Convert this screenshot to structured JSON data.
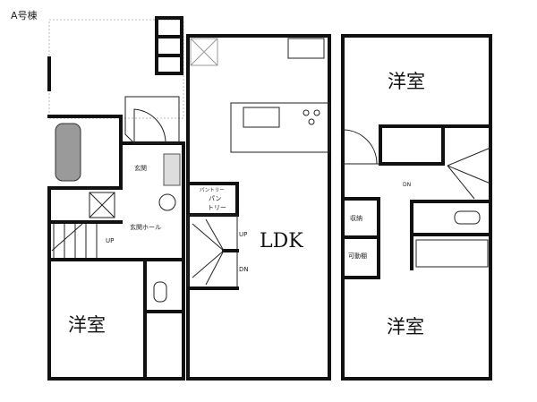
{
  "building_label": "A号棟",
  "floor1": {
    "western_room": "洋室",
    "entrance": "玄関",
    "entrance_hall": "玄関ホール",
    "stairs_up": "UP"
  },
  "floor2": {
    "ldk": "LDK",
    "pantry": "パントリー",
    "pantry_line1": "パン",
    "pantry_line2": "トリー",
    "stairs_up": "UP",
    "stairs_down": "DN"
  },
  "floor3": {
    "western_room_top": "洋室",
    "western_room_bottom": "洋室",
    "storage": "収納",
    "adjustable_shelf": "可動棚",
    "stairs_down": "DN"
  }
}
